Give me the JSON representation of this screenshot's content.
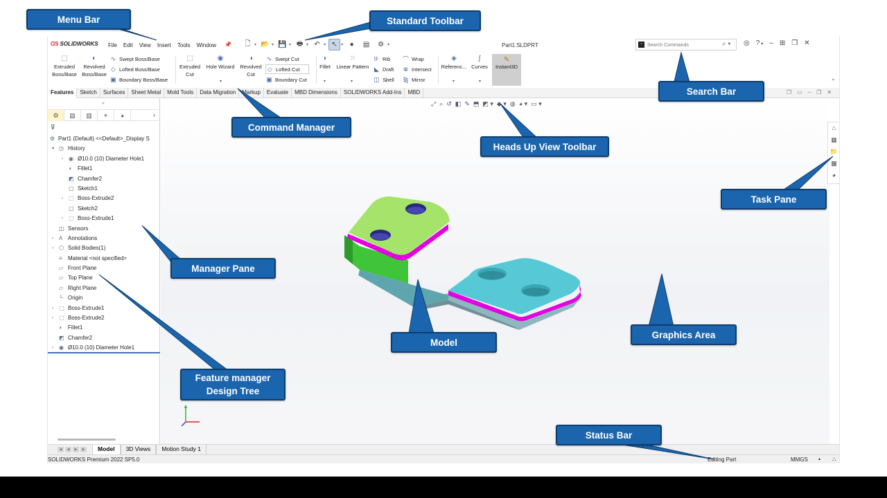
{
  "app": {
    "logo_text": "SOLIDWORKS",
    "document_title": "Part1.SLDPRT",
    "menus": [
      "File",
      "Edit",
      "View",
      "Insert",
      "Tools",
      "Window"
    ],
    "search_placeholder": "Search Commands"
  },
  "command_manager": {
    "extruded_boss": "Extruded\nBoss/Base",
    "revolved_boss": "Revolved\nBoss/Base",
    "swept_boss": "Swept Boss/Base",
    "lofted_boss": "Lofted Boss/Base",
    "boundary_boss": "Boundary Boss/Base",
    "extruded_cut": "Extruded\nCut",
    "hole_wizard": "Hole Wizard",
    "revolved_cut": "Revolved\nCut",
    "swept_cut": "Swept Cut",
    "lofted_cut": "Lofted Cut",
    "boundary_cut": "Boundary Cut",
    "fillet": "Fillet",
    "linear_pattern": "Linear Pattern",
    "rib": "Rib",
    "draft": "Draft",
    "shell": "Shell",
    "wrap": "Wrap",
    "intersect": "Intersect",
    "mirror": "Mirror",
    "reference": "Referenc...",
    "curves": "Curves",
    "instant3d": "Instant3D"
  },
  "tabs": [
    "Features",
    "Sketch",
    "Surfaces",
    "Sheet Metal",
    "Mold Tools",
    "Data Migration",
    "Markup",
    "Evaluate",
    "MBD Dimensions",
    "SOLIDWORKS Add-Ins",
    "MBD"
  ],
  "tree": [
    {
      "label": "Part1 (Default) <<Default>_Display S",
      "level": 0,
      "expander": "",
      "icon": "part-icon"
    },
    {
      "label": "History",
      "level": 1,
      "expander": "▾",
      "icon": "history-icon"
    },
    {
      "label": "Ø10.0 (10) Diameter Hole1",
      "level": 2,
      "expander": "›",
      "icon": "hole-icon"
    },
    {
      "label": "Fillet1",
      "level": 2,
      "expander": "",
      "icon": "fillet-icon"
    },
    {
      "label": "Chamfer2",
      "level": 2,
      "expander": "",
      "icon": "chamfer-icon"
    },
    {
      "label": "Sketch1",
      "level": 2,
      "expander": "",
      "icon": "sketch-icon"
    },
    {
      "label": "Boss-Extrude2",
      "level": 2,
      "expander": "›",
      "icon": "extrude-icon"
    },
    {
      "label": "Sketch2",
      "level": 2,
      "expander": "",
      "icon": "sketch-icon"
    },
    {
      "label": "Boss-Extrude1",
      "level": 2,
      "expander": "›",
      "icon": "extrude-icon"
    },
    {
      "label": "Sensors",
      "level": 1,
      "expander": "",
      "icon": "sensors-icon"
    },
    {
      "label": "Annotations",
      "level": 1,
      "expander": "›",
      "icon": "annotations-icon"
    },
    {
      "label": "Solid Bodies(1)",
      "level": 1,
      "expander": "›",
      "icon": "solid-bodies-icon"
    },
    {
      "label": "Material <not specified>",
      "level": 1,
      "expander": "",
      "icon": "material-icon"
    },
    {
      "label": "Front Plane",
      "level": 1,
      "expander": "",
      "icon": "plane-icon"
    },
    {
      "label": "Top Plane",
      "level": 1,
      "expander": "",
      "icon": "plane-icon"
    },
    {
      "label": "Right Plane",
      "level": 1,
      "expander": "",
      "icon": "plane-icon"
    },
    {
      "label": "Origin",
      "level": 1,
      "expander": "",
      "icon": "origin-icon"
    },
    {
      "label": "Boss-Extrude1",
      "level": 1,
      "expander": "›",
      "icon": "extrude-icon"
    },
    {
      "label": "Boss-Extrude2",
      "level": 1,
      "expander": "›",
      "icon": "extrude-icon"
    },
    {
      "label": "Fillet1",
      "level": 1,
      "expander": "",
      "icon": "fillet-icon"
    },
    {
      "label": "Chamfer2",
      "level": 1,
      "expander": "",
      "icon": "chamfer-icon"
    },
    {
      "label": "Ø10.0 (10) Diameter Hole1",
      "level": 1,
      "expander": "›",
      "icon": "hole-icon"
    }
  ],
  "bottom_tabs": [
    "Model",
    "3D Views",
    "Motion Study 1"
  ],
  "status": {
    "product": "SOLIDWORKS Premium 2022 SP5.0",
    "mode": "Editing Part",
    "units": "MMGS"
  },
  "callouts": {
    "menu_bar": "Menu Bar",
    "standard_toolbar": "Standard Toolbar",
    "search_bar": "Search Bar",
    "command_manager": "Command Manager",
    "heads_up_view_toolbar": "Heads Up View Toolbar",
    "task_pane": "Task Pane",
    "manager_pane": "Manager Pane",
    "model": "Model",
    "graphics_area": "Graphics Area",
    "feature_manager_line1": "Feature manager",
    "feature_manager_line2": "Design Tree",
    "status_bar": "Status Bar"
  },
  "colors": {
    "callout_fill": "#1a65ad",
    "callout_border": "#0e3d6e",
    "model_top": "#55c9d6",
    "model_raised_top": "#a6e36a",
    "model_chamfer": "#e400e0",
    "model_raised_side": "#3fc43a",
    "model_hole": "#2a2a8a",
    "tree_highlight": "#3d73b9"
  }
}
